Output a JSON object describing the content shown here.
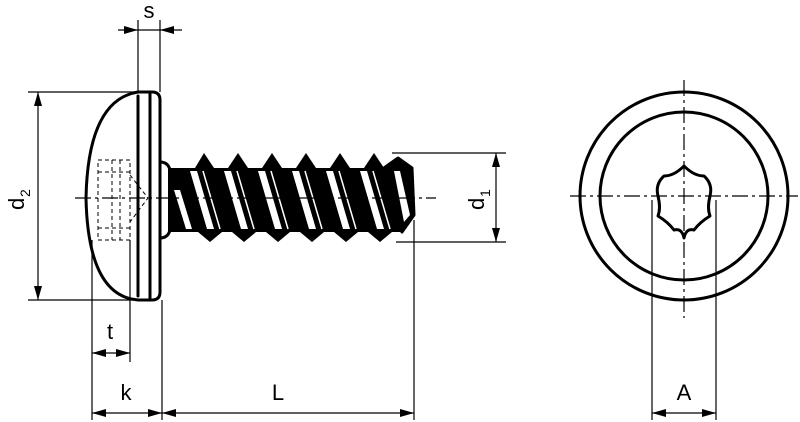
{
  "labels": {
    "s": "s",
    "d2_main": "d",
    "d2_sub": "2",
    "d1_main": "d",
    "d1_sub": "1",
    "t": "t",
    "k": "k",
    "L": "L",
    "A": "A"
  }
}
